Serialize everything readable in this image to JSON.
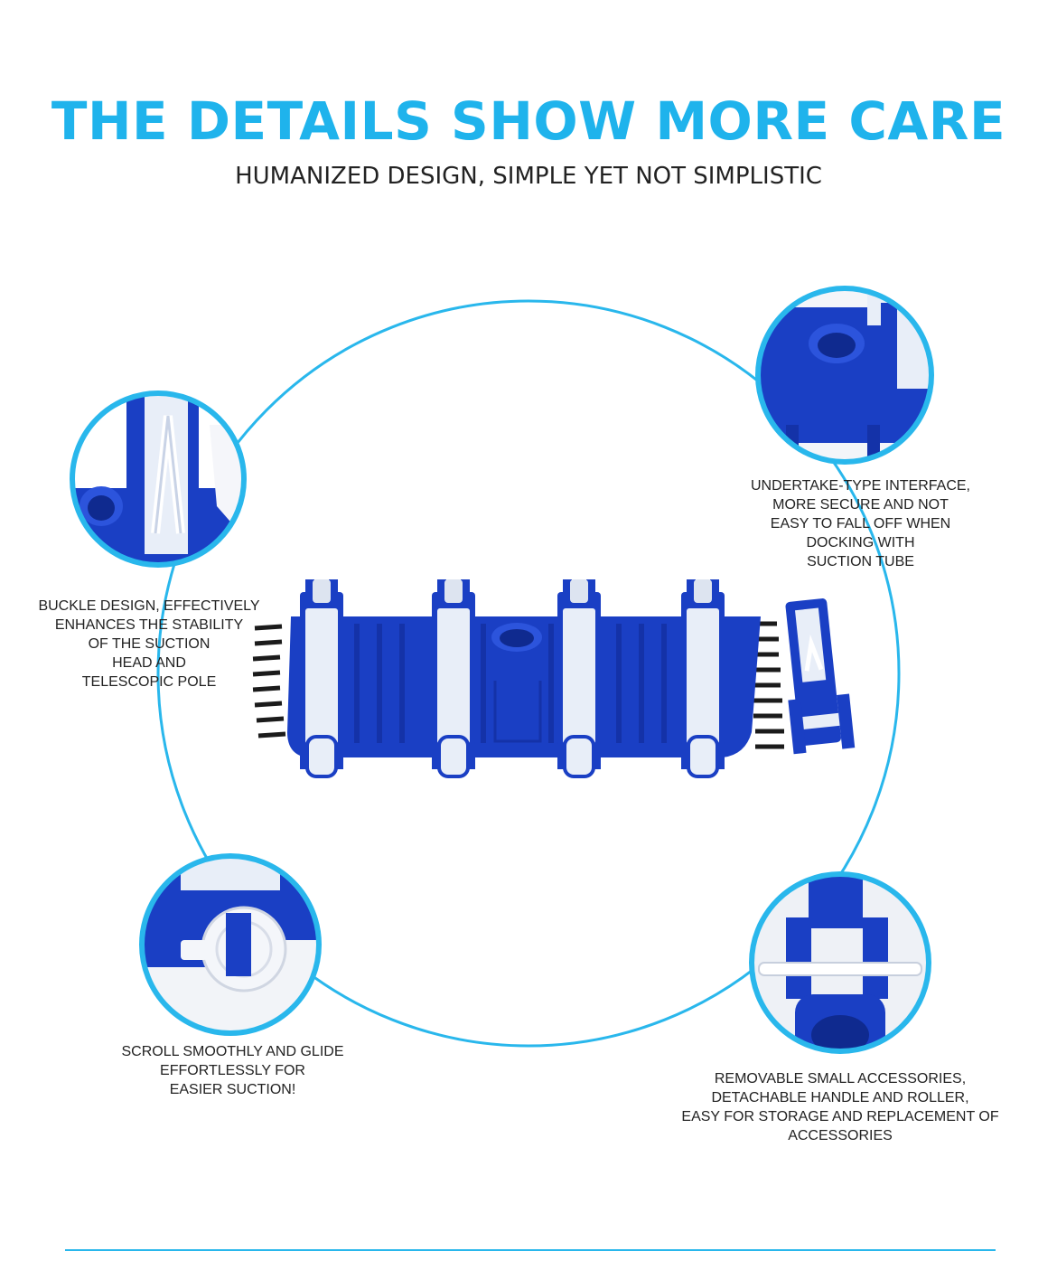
{
  "header": {
    "title": "THE DETAILS SHOW MORE CARE",
    "subtitle": "HUMANIZED DESIGN, SIMPLE YET NOT SIMPLISTIC"
  },
  "features": {
    "interface": "UNDERTAKE-TYPE INTERFACE,\nMORE SECURE AND NOT\nEASY TO FALL OFF WHEN\nDOCKING WITH\nSUCTION TUBE",
    "buckle": "BUCKLE DESIGN, EFFECTIVELY\nENHANCES THE STABILITY\nOF THE SUCTION\nHEAD AND\nTELESCOPIC POLE",
    "wheel": "SCROLL SMOOTHLY AND GLIDE\nEFFORTLESSLY FOR\nEASIER SUCTION!",
    "accessories": "REMOVABLE SMALL ACCESSORIES,\nDETACHABLE HANDLE AND ROLLER,\nEASY FOR STORAGE AND REPLACEMENT OF\nACCESSORIES"
  },
  "colors": {
    "accent": "#1fb3ec",
    "product_blue": "#1a3fc4",
    "product_white": "#e8eef8",
    "bristle": "#1b1b1b"
  }
}
